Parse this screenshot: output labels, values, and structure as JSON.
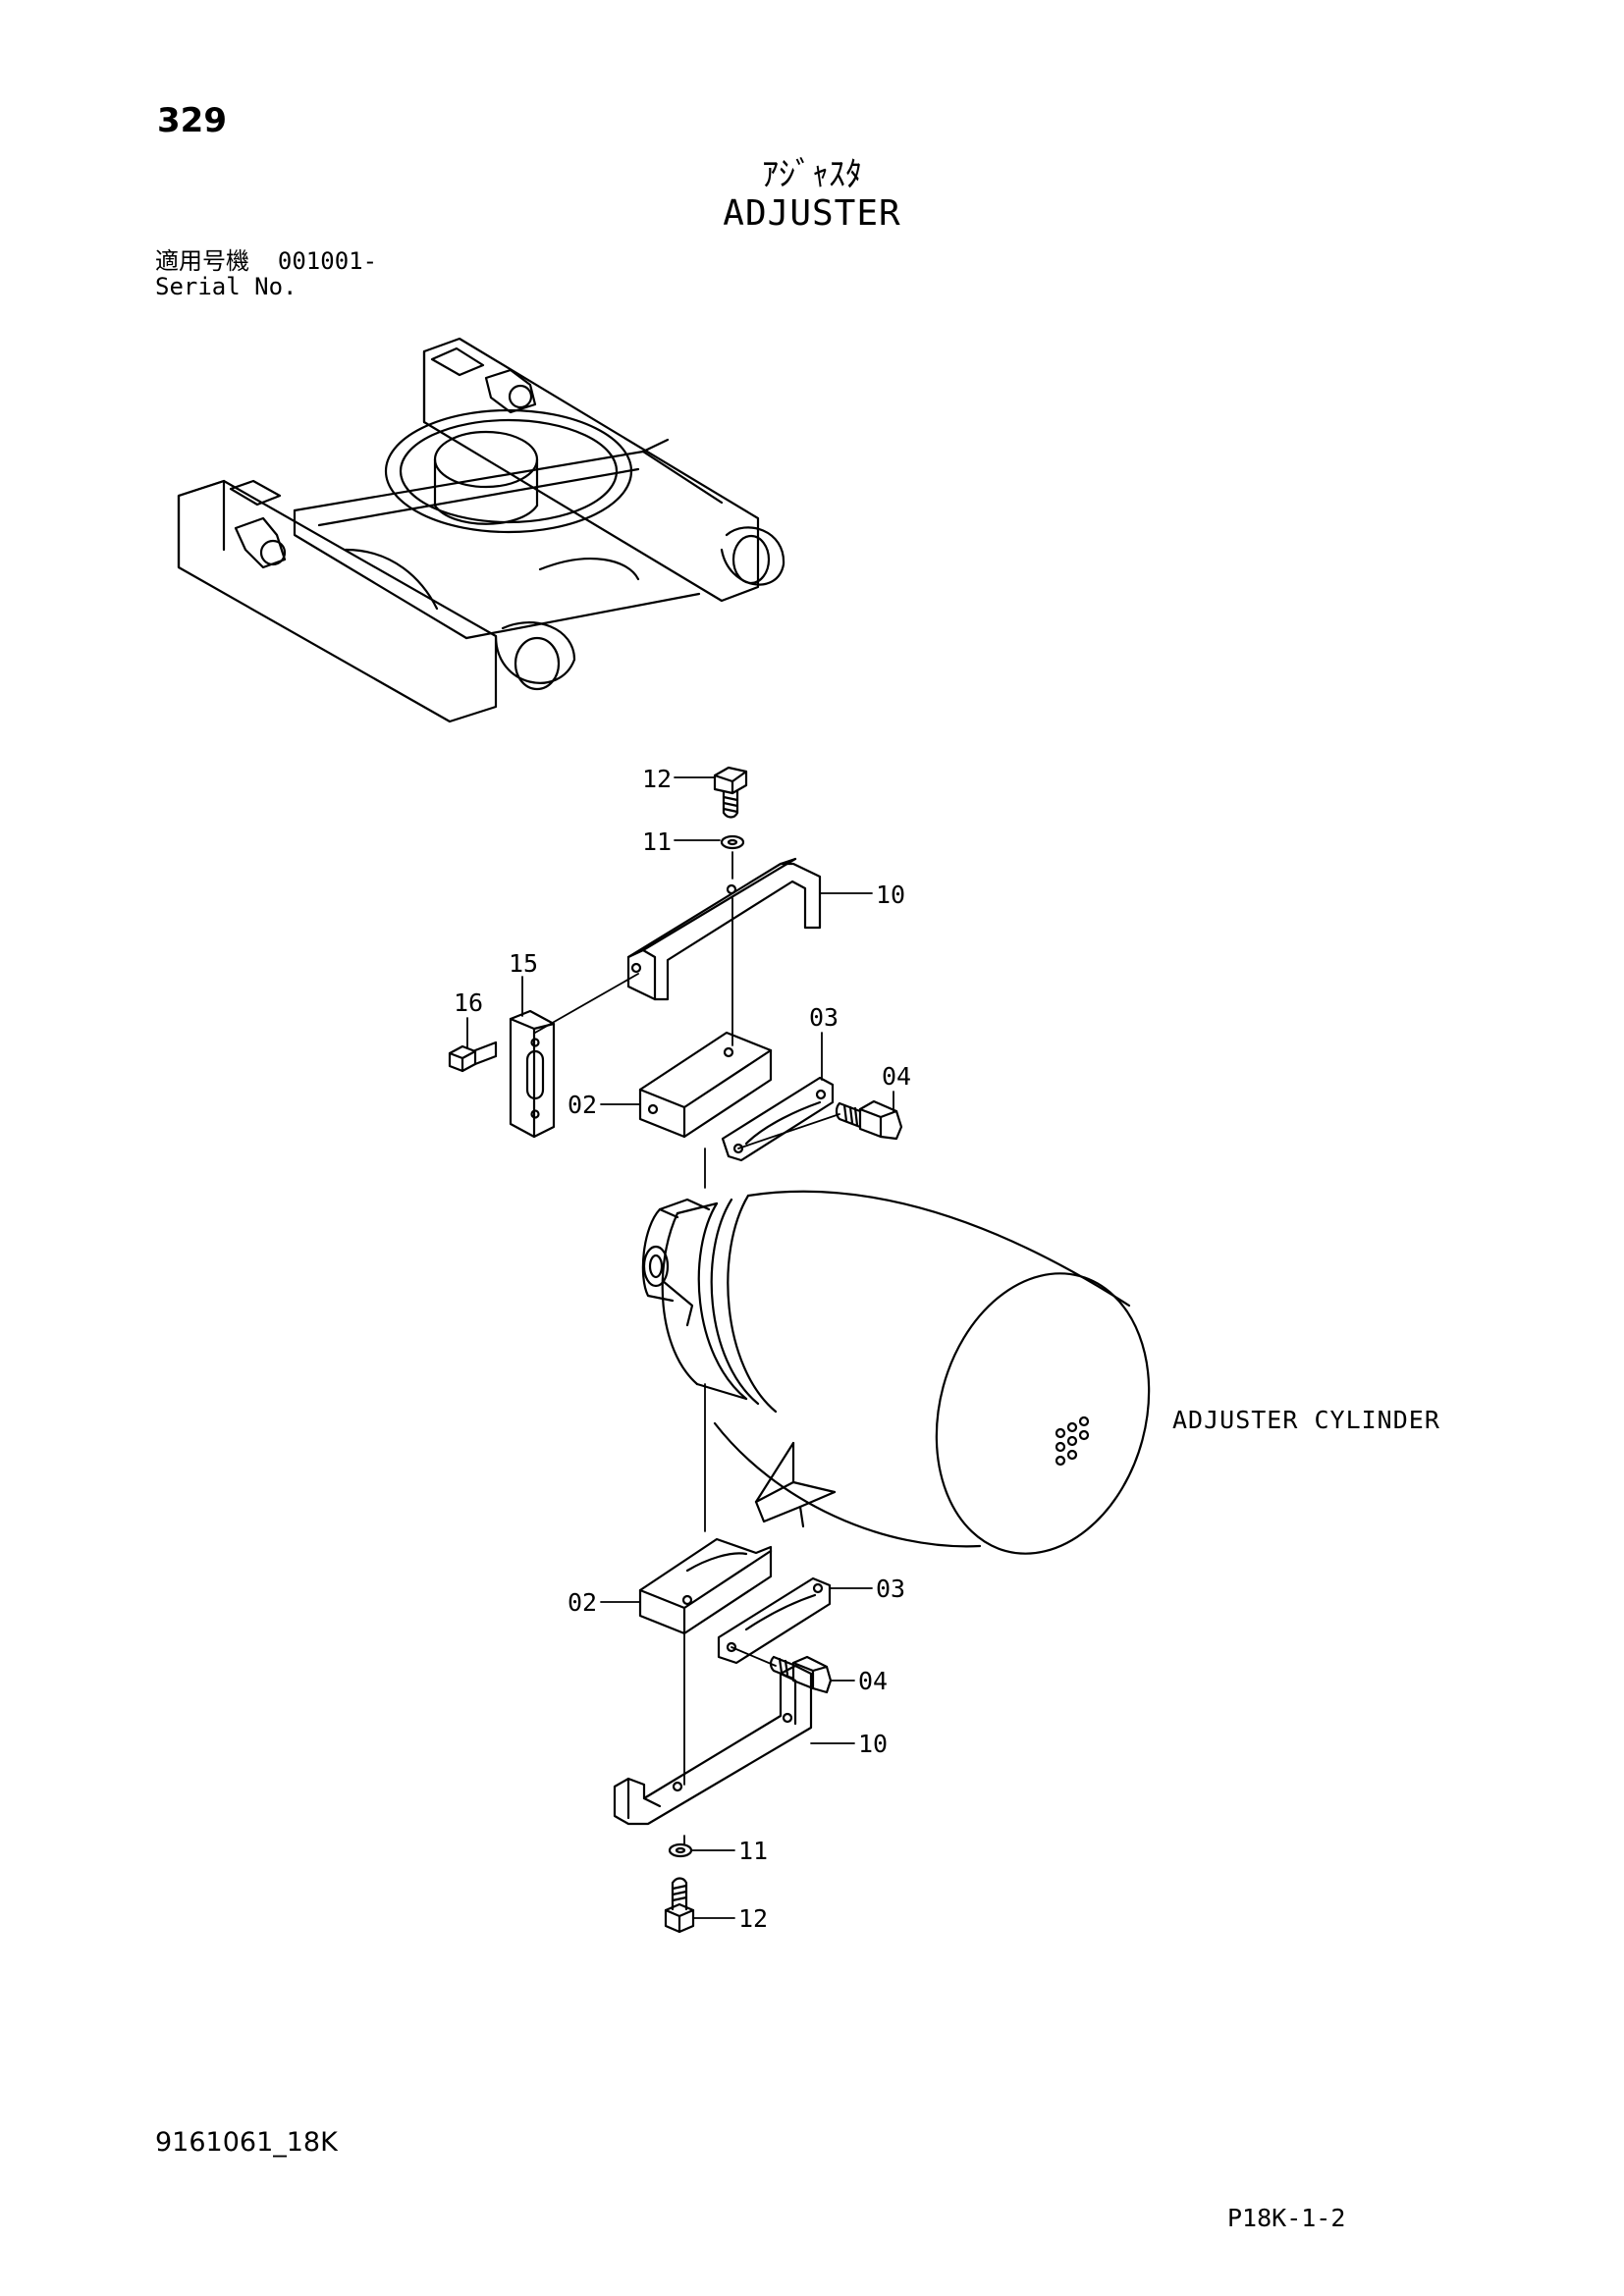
{
  "page_number": "329",
  "title_jp": "ｱｼﾞｬｽﾀ",
  "title_en": "ADJUSTER",
  "serial": {
    "jp_label": "適用号機",
    "number": "001001-",
    "en_label": "Serial No."
  },
  "callouts": {
    "c12_top": "12",
    "c11_top": "11",
    "c10_top": "10",
    "c15": "15",
    "c16": "16",
    "c03_top": "03",
    "c04_top": "04",
    "c02_top": "02",
    "c02_bottom": "02",
    "c03_bottom": "03",
    "c04_bottom": "04",
    "c10_bottom": "10",
    "c11_bottom": "11",
    "c12_bottom": "12"
  },
  "component_label": "ADJUSTER CYLINDER",
  "footer": {
    "drawing_code": "9161061_18K",
    "page_ref": "P18K-1-2"
  }
}
